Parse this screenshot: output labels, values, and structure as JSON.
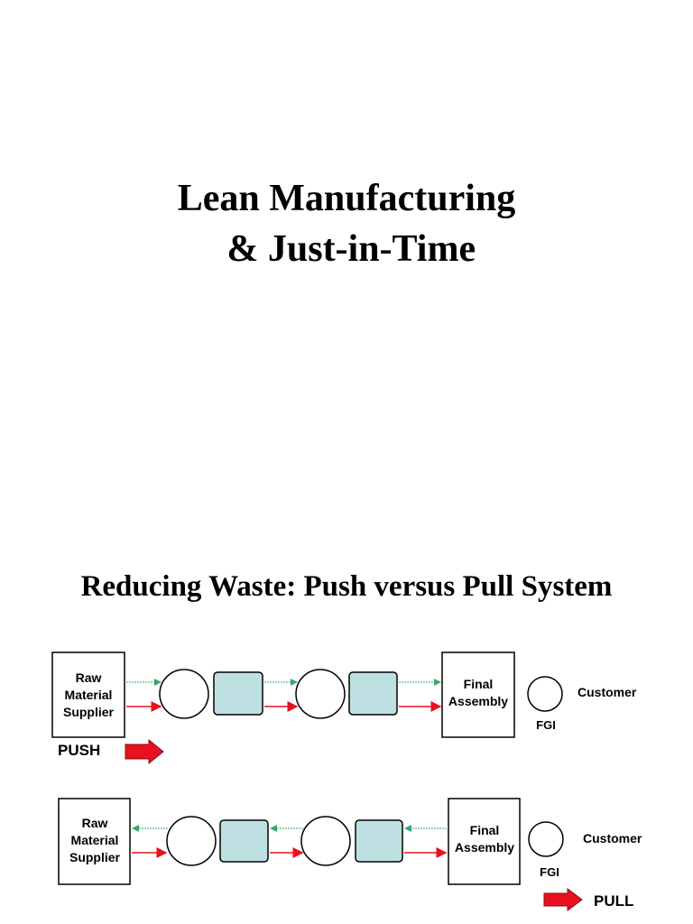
{
  "slide1": {
    "title_line1": "Lean Manufacturing",
    "title_line2": " & Just-in-Time"
  },
  "slide2": {
    "title": "Reducing Waste: Push versus Pull System",
    "push_diagram": {
      "supplier_lines": [
        "Raw",
        "Material",
        "Supplier"
      ],
      "assembly_lines": [
        "Final",
        "Assembly"
      ],
      "customer": "Customer",
      "fgi": "FGI",
      "mode_label": "PUSH"
    },
    "pull_diagram": {
      "supplier_lines": [
        "Raw",
        "Material",
        "Supplier"
      ],
      "assembly_lines": [
        "Final",
        "Assembly"
      ],
      "customer": "Customer",
      "fgi": "FGI",
      "mode_label": "PULL"
    },
    "colors": {
      "buffer_fill": "#bfe0e3",
      "info_flow": "#3aa76d",
      "material_flow": "#e8111d",
      "big_arrow": "#e8111d"
    }
  }
}
